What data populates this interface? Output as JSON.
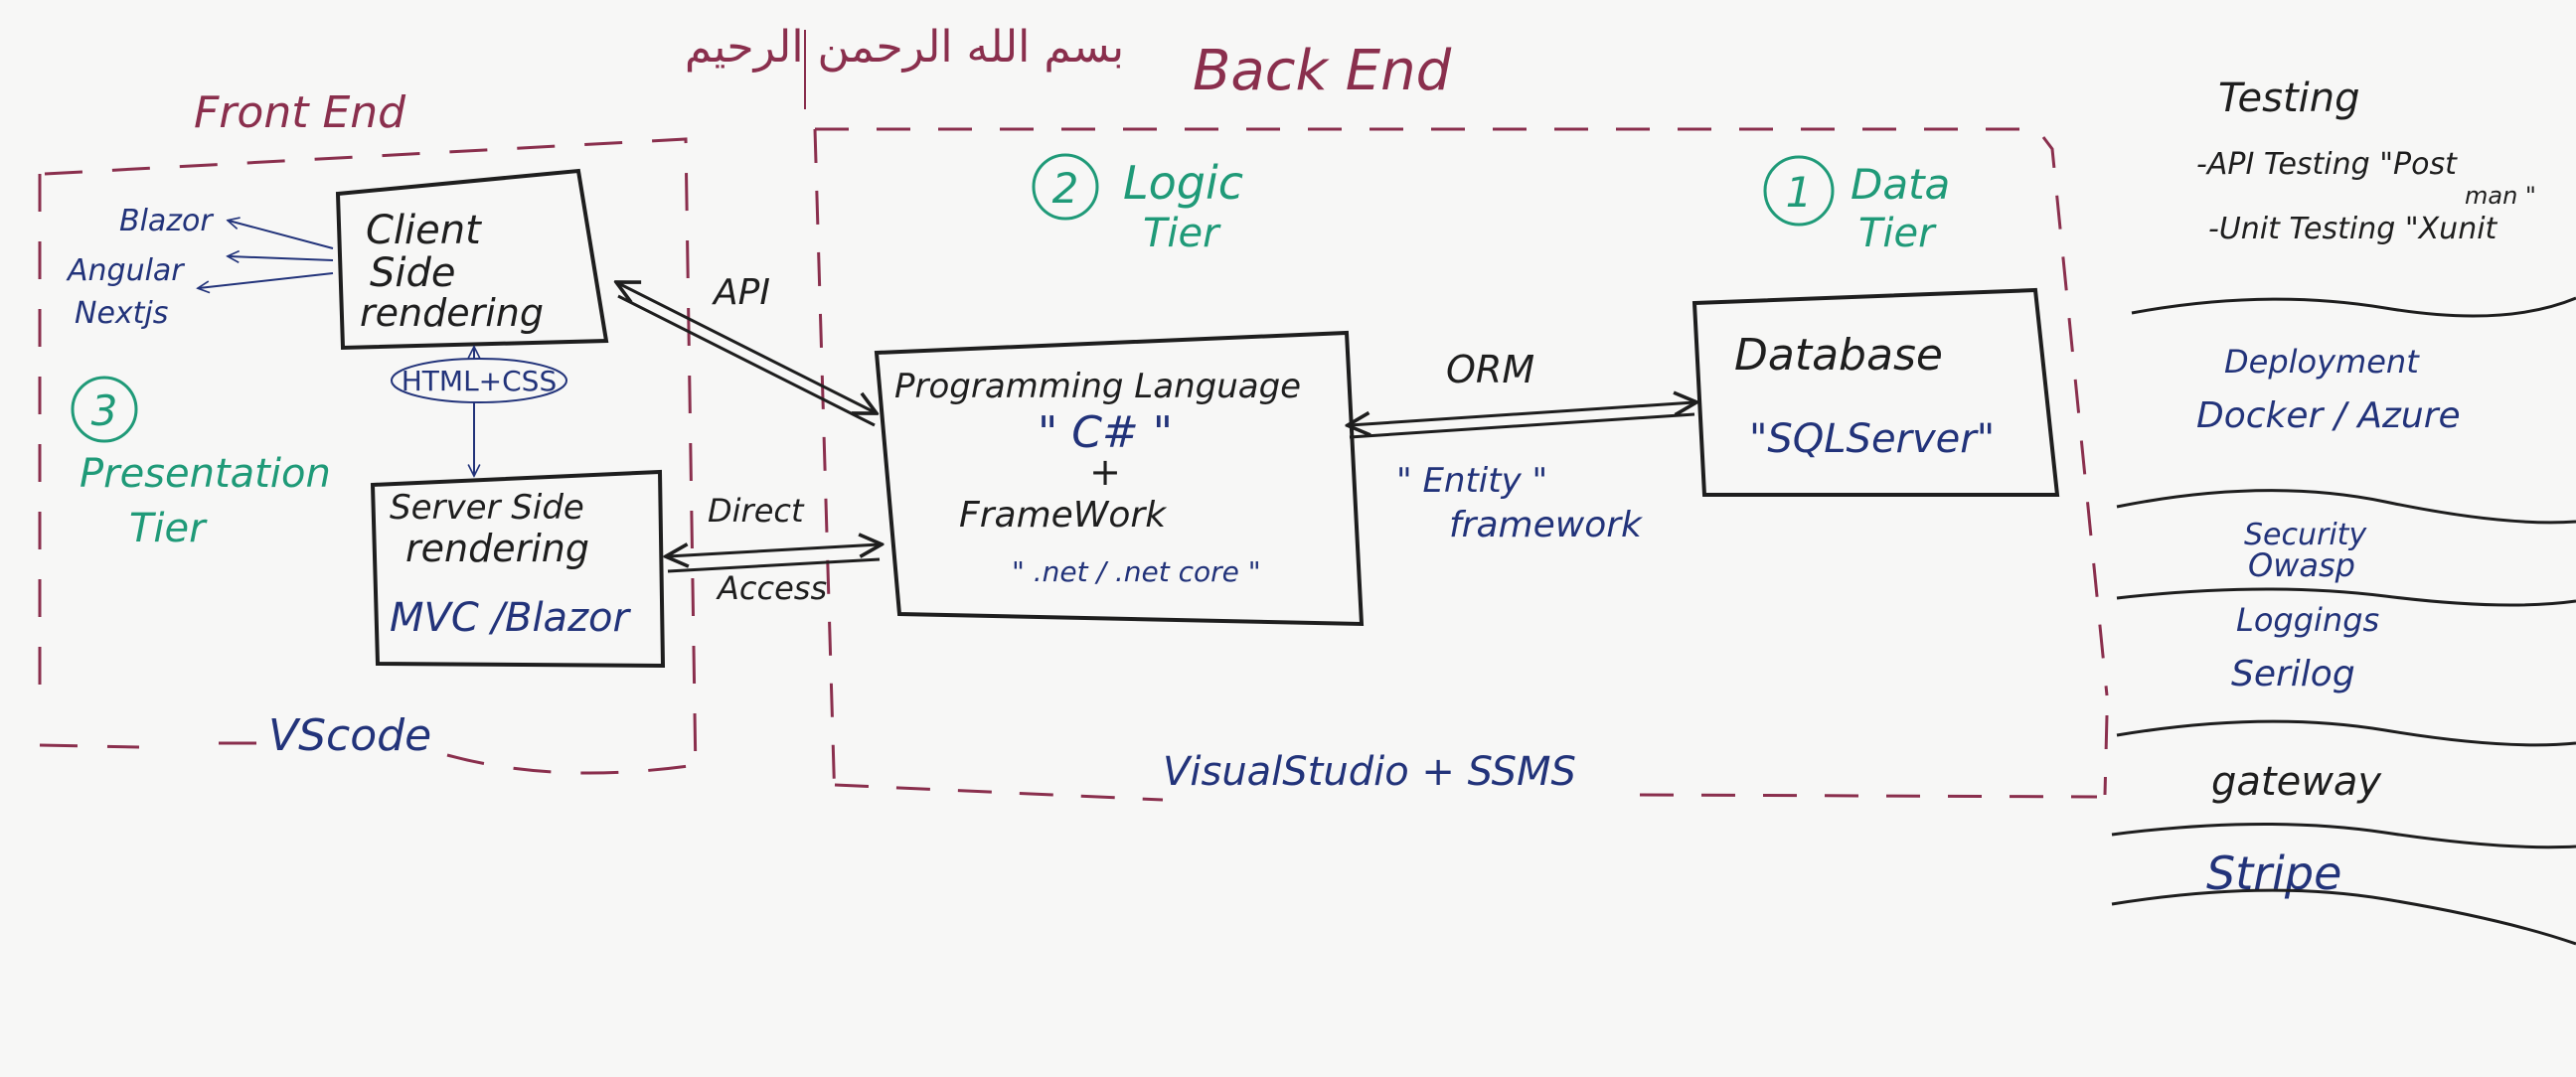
{
  "colors": {
    "black": "#1e1e1e",
    "maroon": "#8a2f4d",
    "green": "#1f9a78",
    "navy": "#22337a",
    "board": "#f7f7f6"
  },
  "header": {
    "arabic": "بسم الله الرحمن الرحيم",
    "front_end": "Front End",
    "back_end": "Back End"
  },
  "tiers": {
    "presentation": {
      "number": "3",
      "line1": "Presentation",
      "line2": "Tier"
    },
    "logic": {
      "number": "2",
      "line1": "Logic",
      "line2": "Tier"
    },
    "data": {
      "number": "1",
      "line1": "Data",
      "line2": "Tier"
    }
  },
  "frameworks": [
    "Blazor",
    "Angular",
    "Nextjs"
  ],
  "client_box": {
    "line1": "Client",
    "line2": "Side",
    "line3": "rendering"
  },
  "html_css": "HTML+CSS",
  "server_box": {
    "line1": "Server Side",
    "line2": "rendering",
    "line3": "MVC /Blazor"
  },
  "logic_box": {
    "line1": "Programming Language",
    "line2": "\" C# \"",
    "plus": "+",
    "line3": "FrameWork",
    "line4": "\" .net / .net core \""
  },
  "database_box": {
    "line1": "Database",
    "line2": "\"SQLServer\""
  },
  "connections": {
    "api": "API",
    "direct1": "Direct",
    "direct2": "Access",
    "orm": "ORM",
    "entity1": "\" Entity \"",
    "entity2": "framework"
  },
  "tools": {
    "vscode": "VScode",
    "visual_studio": "VisualStudio + SSMS"
  },
  "side_notes": {
    "testing": "Testing",
    "api_testing": "-API Testing \"Post",
    "api_testing2": "man \"",
    "unit_testing": "-Unit Testing \"Xunit",
    "deployment": "Deployment",
    "docker_azure": "Docker / Azure",
    "security": "Security",
    "owasp": "Owasp",
    "logging": "Loggings",
    "serilog": "Serilog",
    "gateway": "gateway",
    "stripe": "Stripe"
  }
}
